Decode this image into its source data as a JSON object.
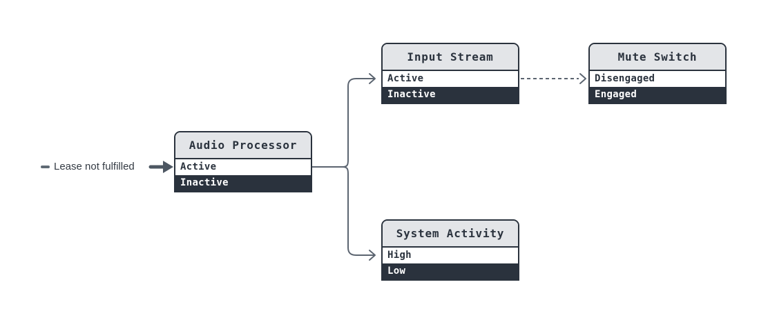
{
  "nodes": [
    {
      "id": "audio-processor",
      "title": "Audio Processor",
      "states": [
        {
          "label": "Active",
          "highlighted": true
        },
        {
          "label": "Inactive",
          "highlighted": false
        }
      ]
    },
    {
      "id": "input-stream",
      "title": "Input Stream",
      "states": [
        {
          "label": "Active",
          "highlighted": true
        },
        {
          "label": "Inactive",
          "highlighted": false
        }
      ]
    },
    {
      "id": "mute-switch",
      "title": "Mute Switch",
      "states": [
        {
          "label": "Disengaged",
          "highlighted": true
        },
        {
          "label": "Engaged",
          "highlighted": false
        }
      ]
    },
    {
      "id": "system-activity",
      "title": "System Activity",
      "states": [
        {
          "label": "High",
          "highlighted": true
        },
        {
          "label": "Low",
          "highlighted": false
        }
      ]
    }
  ],
  "edges": [
    {
      "from": "audio-processor:Active",
      "to": "input-stream:Active",
      "style": "solid"
    },
    {
      "from": "audio-processor:Active",
      "to": "system-activity:High",
      "style": "solid"
    },
    {
      "from": "input-stream:Active",
      "to": "mute-switch:Disengaged",
      "style": "dashed"
    }
  ],
  "annotation": {
    "label": "Lease not fulfilled",
    "target": "audio-processor:Active"
  },
  "colors": {
    "background": "#ffffff",
    "node_border": "#2a323d",
    "node_header_bg": "#e3e5e8",
    "state_on_bg": "#ffffff",
    "state_off_bg": "#2a323d",
    "state_off_text": "#ffffff",
    "connector": "#5b6470",
    "annotation_arrow": "#4d5762",
    "annotation_bullet": "#5f6a74",
    "annotation_text": "#333a43"
  }
}
